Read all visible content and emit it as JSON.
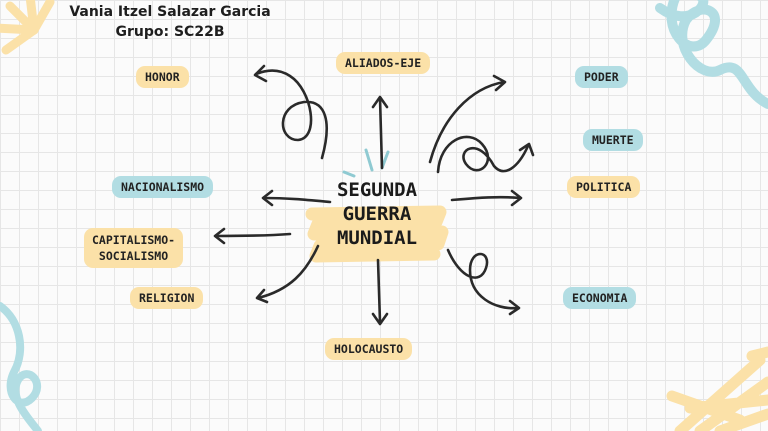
{
  "author": {
    "name": "Vania Itzel Salazar Garcia",
    "group": "Grupo: SC22B"
  },
  "center": {
    "line1": "SEGUNDA",
    "line2": "GUERRA",
    "line3": "MUNDIAL"
  },
  "nodes": {
    "honor": "HONOR",
    "aliados": "ALIADOS-EJE",
    "poder": "PODER",
    "muerte": "MUERTE",
    "nacionalismo": "NACIONALISMO",
    "politica": "POLITICA",
    "capitalismo1": "CAPITALISMO-",
    "capitalismo2": "SOCIALISMO",
    "religion": "RELIGION",
    "economia": "ECONOMIA",
    "holocausto": "HOLOCAUSTO"
  },
  "colors": {
    "yellow": "#fbe1a8",
    "blue": "#b2dde3",
    "ink": "#2a2a2a"
  }
}
